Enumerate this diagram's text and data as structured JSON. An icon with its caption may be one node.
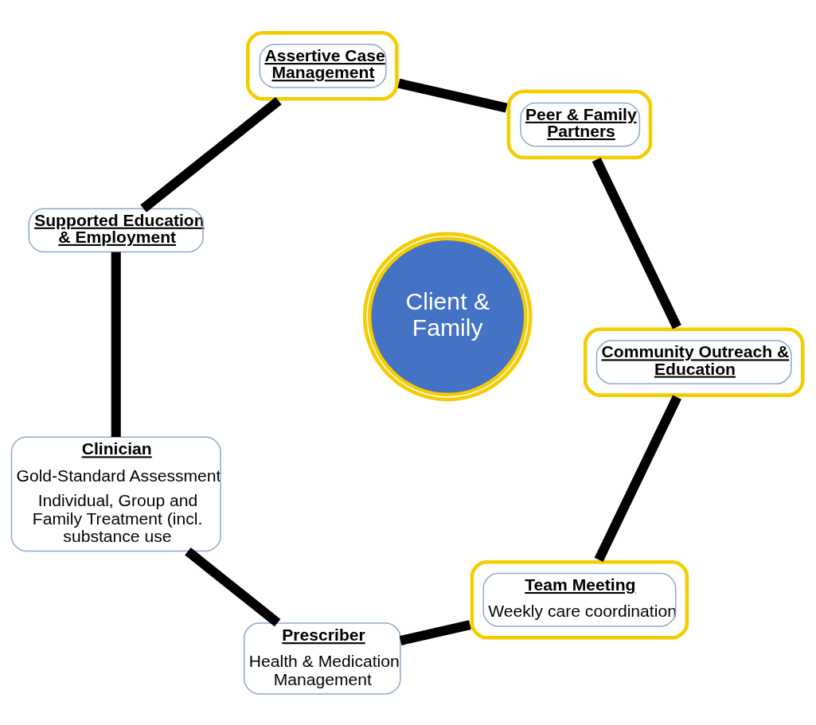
{
  "diagram": {
    "nodes": [
      {
        "text": [
          "Team Meeting",
          "Weekly care coordination"
        ]
      },
      {
        "text": [
          "Prescriber",
          "Health & Medication Management"
        ]
      },
      {
        "text": [
          "Clinician",
          "Gold-Standard Assessment",
          "Individual, Group and Family Treatment (incl. substance use"
        ]
      },
      {
        "text": [
          "Supported Education & Employment"
        ]
      },
      {
        "text": [
          "Assertive Case Management"
        ]
      },
      {
        "text": [
          "Peer & Family Partners"
        ]
      },
      {
        "text": [
          "Community Outreach & Education"
        ]
      },
      {
        "text": [
          "Client & Family"
        ]
      }
    ],
    "edges": [
      {
        "from": 0,
        "to": 1,
        "arrow": "none"
      },
      {
        "from": 1,
        "to": 2,
        "arrow": "none"
      },
      {
        "from": 2,
        "to": 3,
        "arrow": "none"
      },
      {
        "from": 3,
        "to": 4,
        "arrow": "none"
      },
      {
        "from": 4,
        "to": 5,
        "arrow": "none"
      },
      {
        "from": 5,
        "to": 6,
        "arrow": "none"
      },
      {
        "from": 6,
        "to": 0,
        "arrow": "none"
      }
    ]
  }
}
